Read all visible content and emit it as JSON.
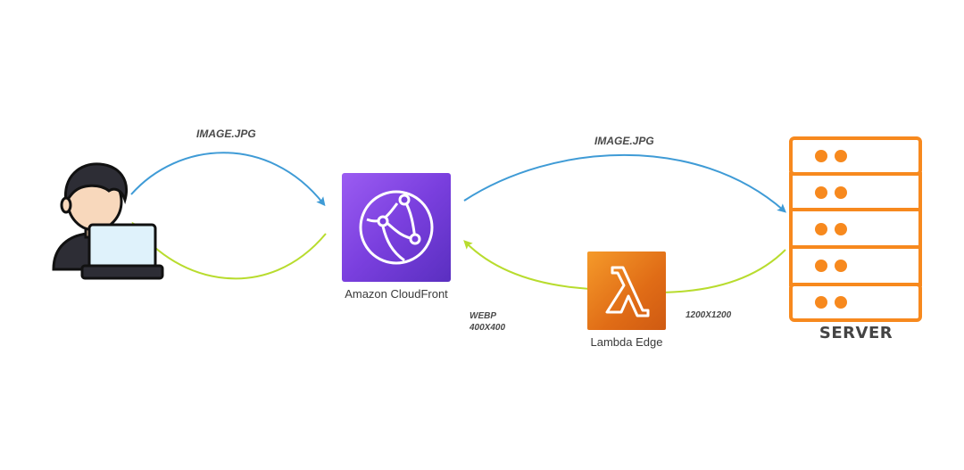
{
  "flows": {
    "top_left_label": "IMAGE.JPG",
    "top_right_label": "IMAGE.JPG",
    "bottom_mid_label_line1": "WEBP",
    "bottom_mid_label_line2": "400X400",
    "bottom_right_label": "1200X1200"
  },
  "nodes": {
    "cloudfront_label": "Amazon CloudFront",
    "lambda_label": "Lambda Edge",
    "server_label": "SERVER"
  },
  "colors": {
    "request_arrow": "#3f9bd6",
    "response_arrow": "#b8dc2e",
    "cloudfront_top": "#8c4fe8",
    "cloudfront_bottom": "#5a2fc0",
    "lambda_top": "#f2871b",
    "lambda_bottom": "#cf5a12",
    "server_orange": "#f7891e"
  },
  "icons": {
    "user": "user-with-laptop-icon",
    "cloudfront": "cloudfront-icon",
    "lambda": "lambda-icon",
    "server": "server-rack-icon"
  }
}
